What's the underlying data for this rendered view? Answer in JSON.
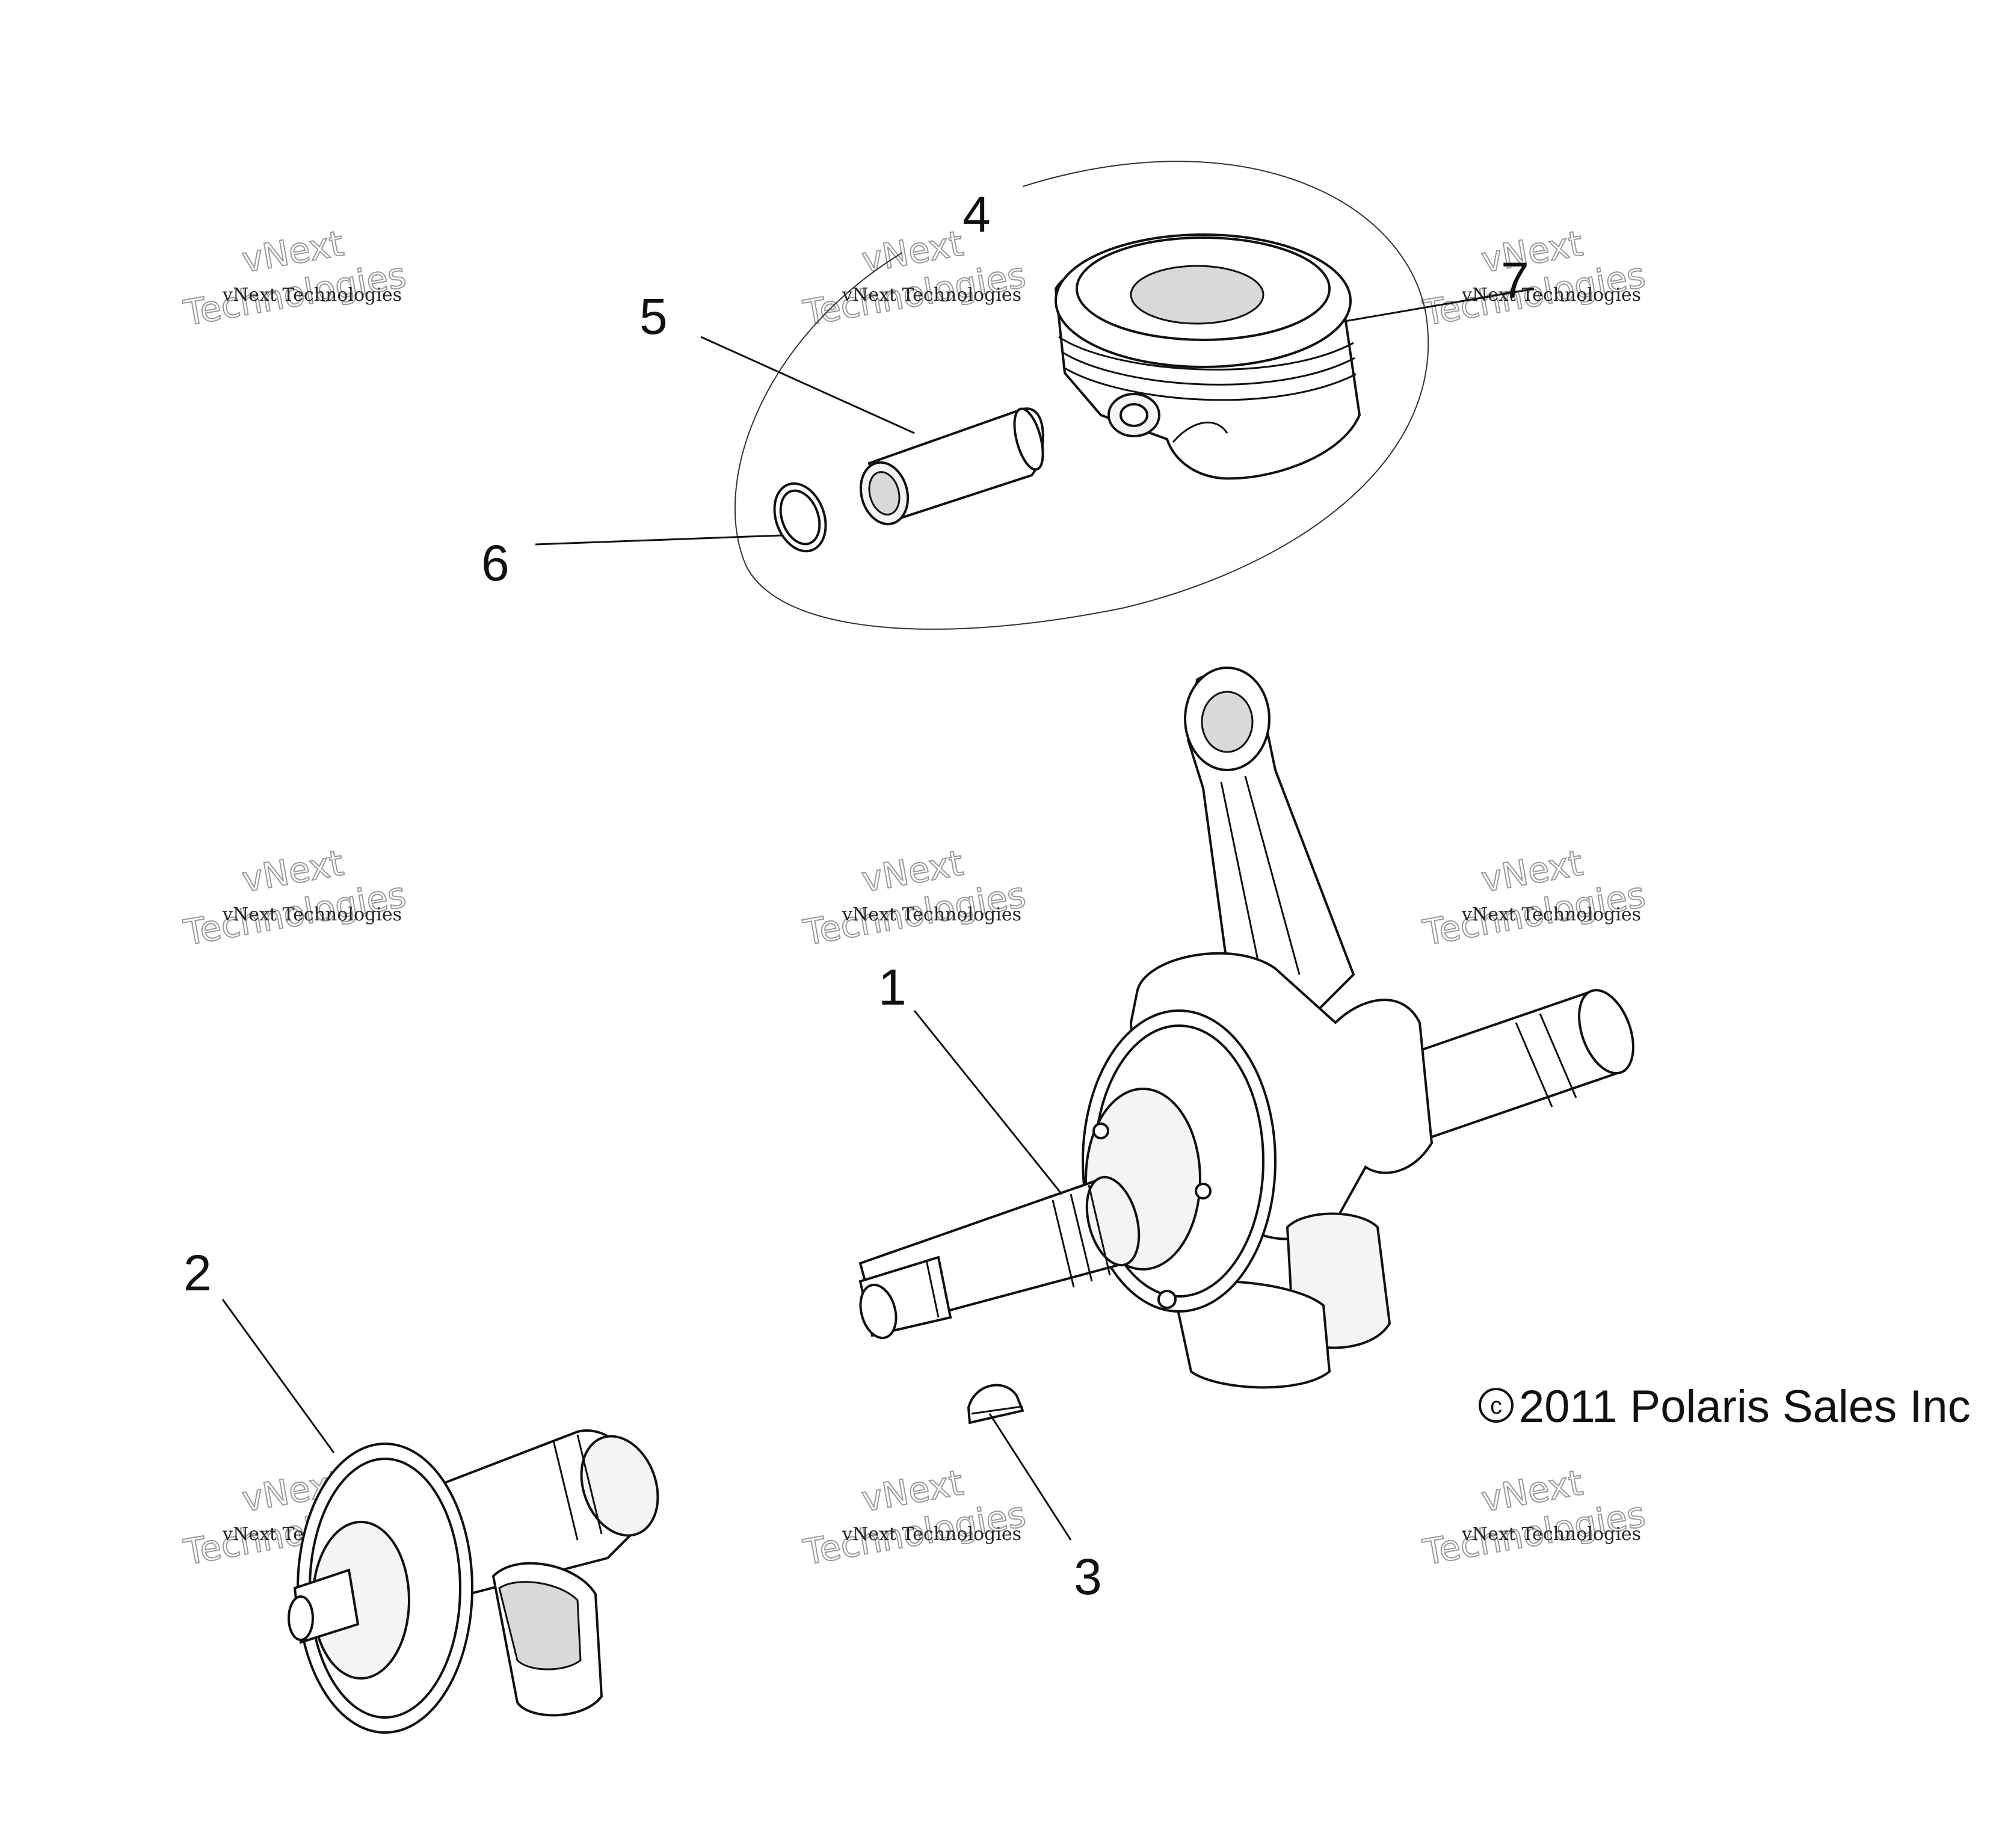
{
  "callouts": {
    "c1": "1",
    "c2": "2",
    "c3": "3",
    "c4": "4",
    "c5": "5",
    "c6": "6",
    "c7": "7"
  },
  "copyright": {
    "symbol": "c",
    "text": "2011 Polaris Sales Inc"
  },
  "watermark": {
    "line1": "vNext Technologies",
    "line2": "vNext",
    "line3": "Technologies"
  }
}
